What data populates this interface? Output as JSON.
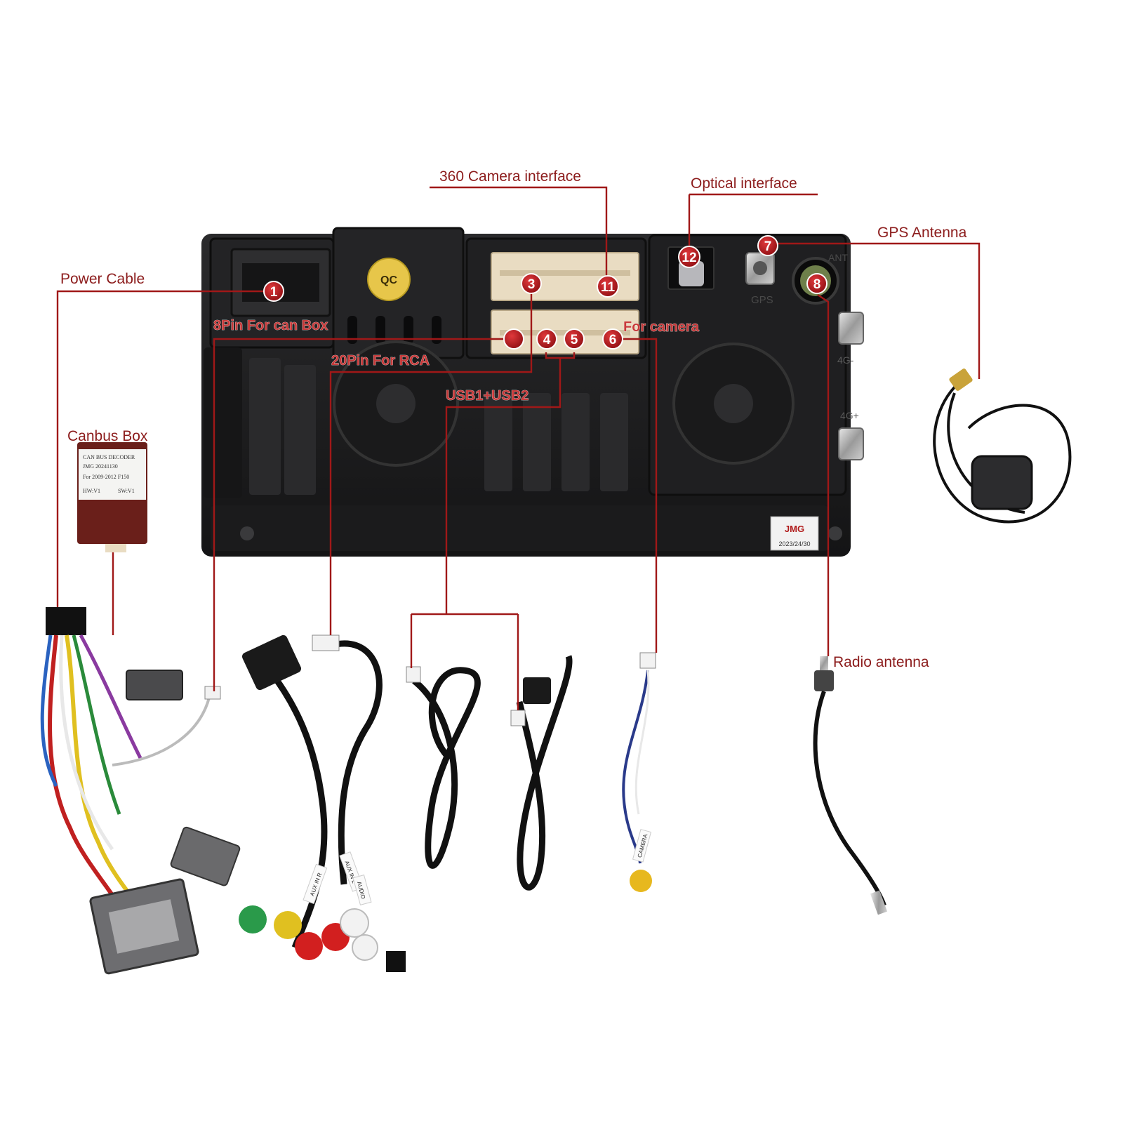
{
  "labels": {
    "camera360": "360 Camera interface",
    "optical": "Optical interface",
    "gps": "GPS Antenna",
    "power": "Power Cable",
    "canpin": "8Pin For can Box",
    "rca": "20Pin For RCA",
    "forcamera": "For camera",
    "usb": "USB1+USB2",
    "canbus": "Canbus Box",
    "radio": "Radio antenna"
  },
  "callouts": [
    "1",
    "3",
    "11",
    "12",
    "7",
    "8",
    "4",
    "5",
    "6"
  ],
  "canbus_box": {
    "line1": "CAN BUS DECODER",
    "line2": "JMG 20241130",
    "line3": "For 2009-2012 F150",
    "hw": "HW:V1",
    "sw": "SW:V1"
  },
  "unit_text": {
    "qc": "QC",
    "jmg": "JMG",
    "date": "2023/24/30",
    "gps_mark": "GPS",
    "ant_mark": "ANT",
    "g4_minus": "4G-",
    "g4_plus": "4G+"
  },
  "cable_tags": {
    "aux_in_r": "AUX IN R",
    "aux_in_l": "AUX IN L",
    "audio": "AUDIO",
    "camera": "CAMERA"
  },
  "colors": {
    "leader": "#a01818",
    "badge": "#b3161c",
    "unit_body": "#1d1d1f",
    "connector": "#e9dcc2"
  }
}
